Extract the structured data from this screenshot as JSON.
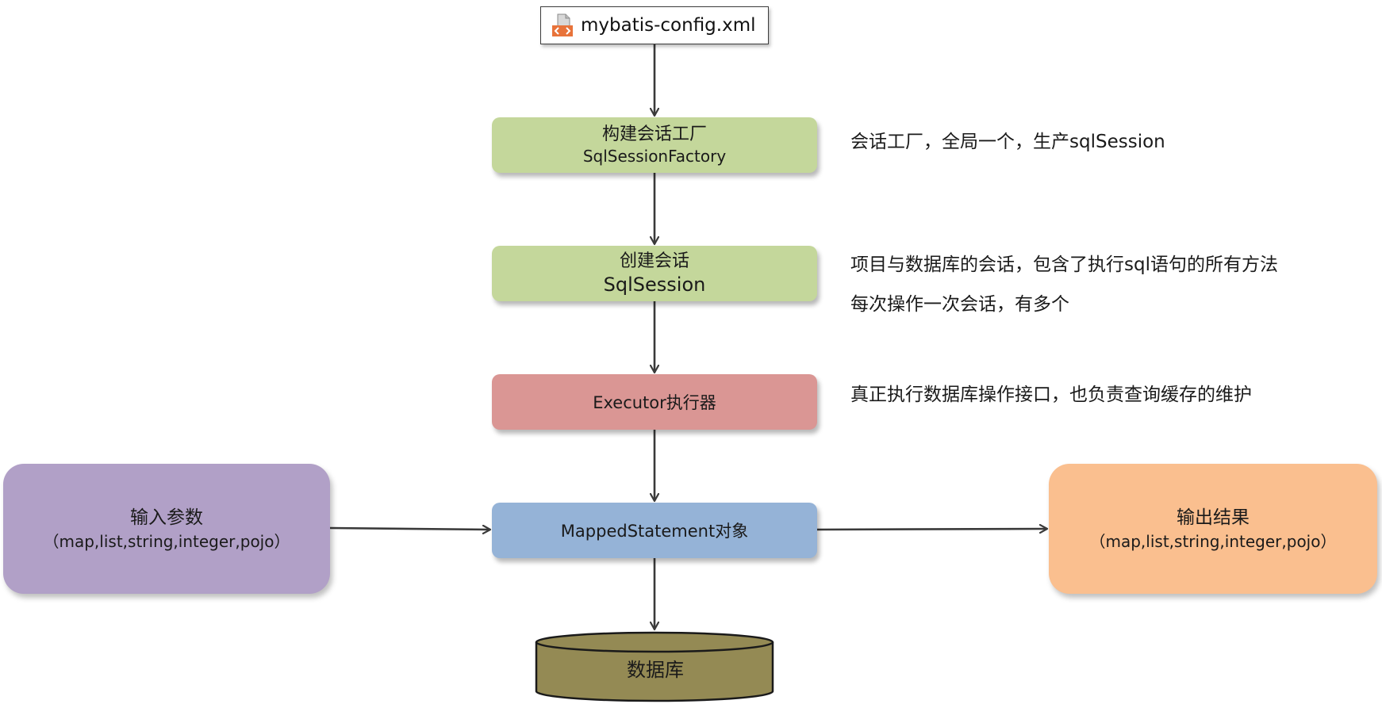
{
  "config_file": {
    "name": "mybatis-config.xml",
    "icon": "xml-file-icon"
  },
  "nodes": {
    "factory": {
      "line1": "构建会话工厂",
      "line2": "SqlSessionFactory"
    },
    "session": {
      "line1": "创建会话",
      "line2": "SqlSession"
    },
    "executor": {
      "label": "Executor执行器"
    },
    "mapped": {
      "label": "MappedStatement对象"
    },
    "database": {
      "label": "数据库"
    },
    "input": {
      "title": "输入参数",
      "sub": "（map,list,string,integer,pojo）"
    },
    "output": {
      "title": "输出结果",
      "sub": "（map,list,string,integer,pojo）"
    }
  },
  "notes": {
    "factory": "会话工厂，全局一个，生产sqlSession",
    "session_line1": "项目与数据库的会话，包含了执行sql语句的所有方法",
    "session_line2": "每次操作一次会话，有多个",
    "executor": "真正执行数据库操作接口，也负责查询缓存的维护"
  },
  "colors": {
    "green": "#c4d79b",
    "red": "#da9694",
    "blue": "#95b3d7",
    "purple": "#b1a0c7",
    "orange": "#fabf8f",
    "database": "#948a54",
    "arrow": "#3a3a3a"
  }
}
